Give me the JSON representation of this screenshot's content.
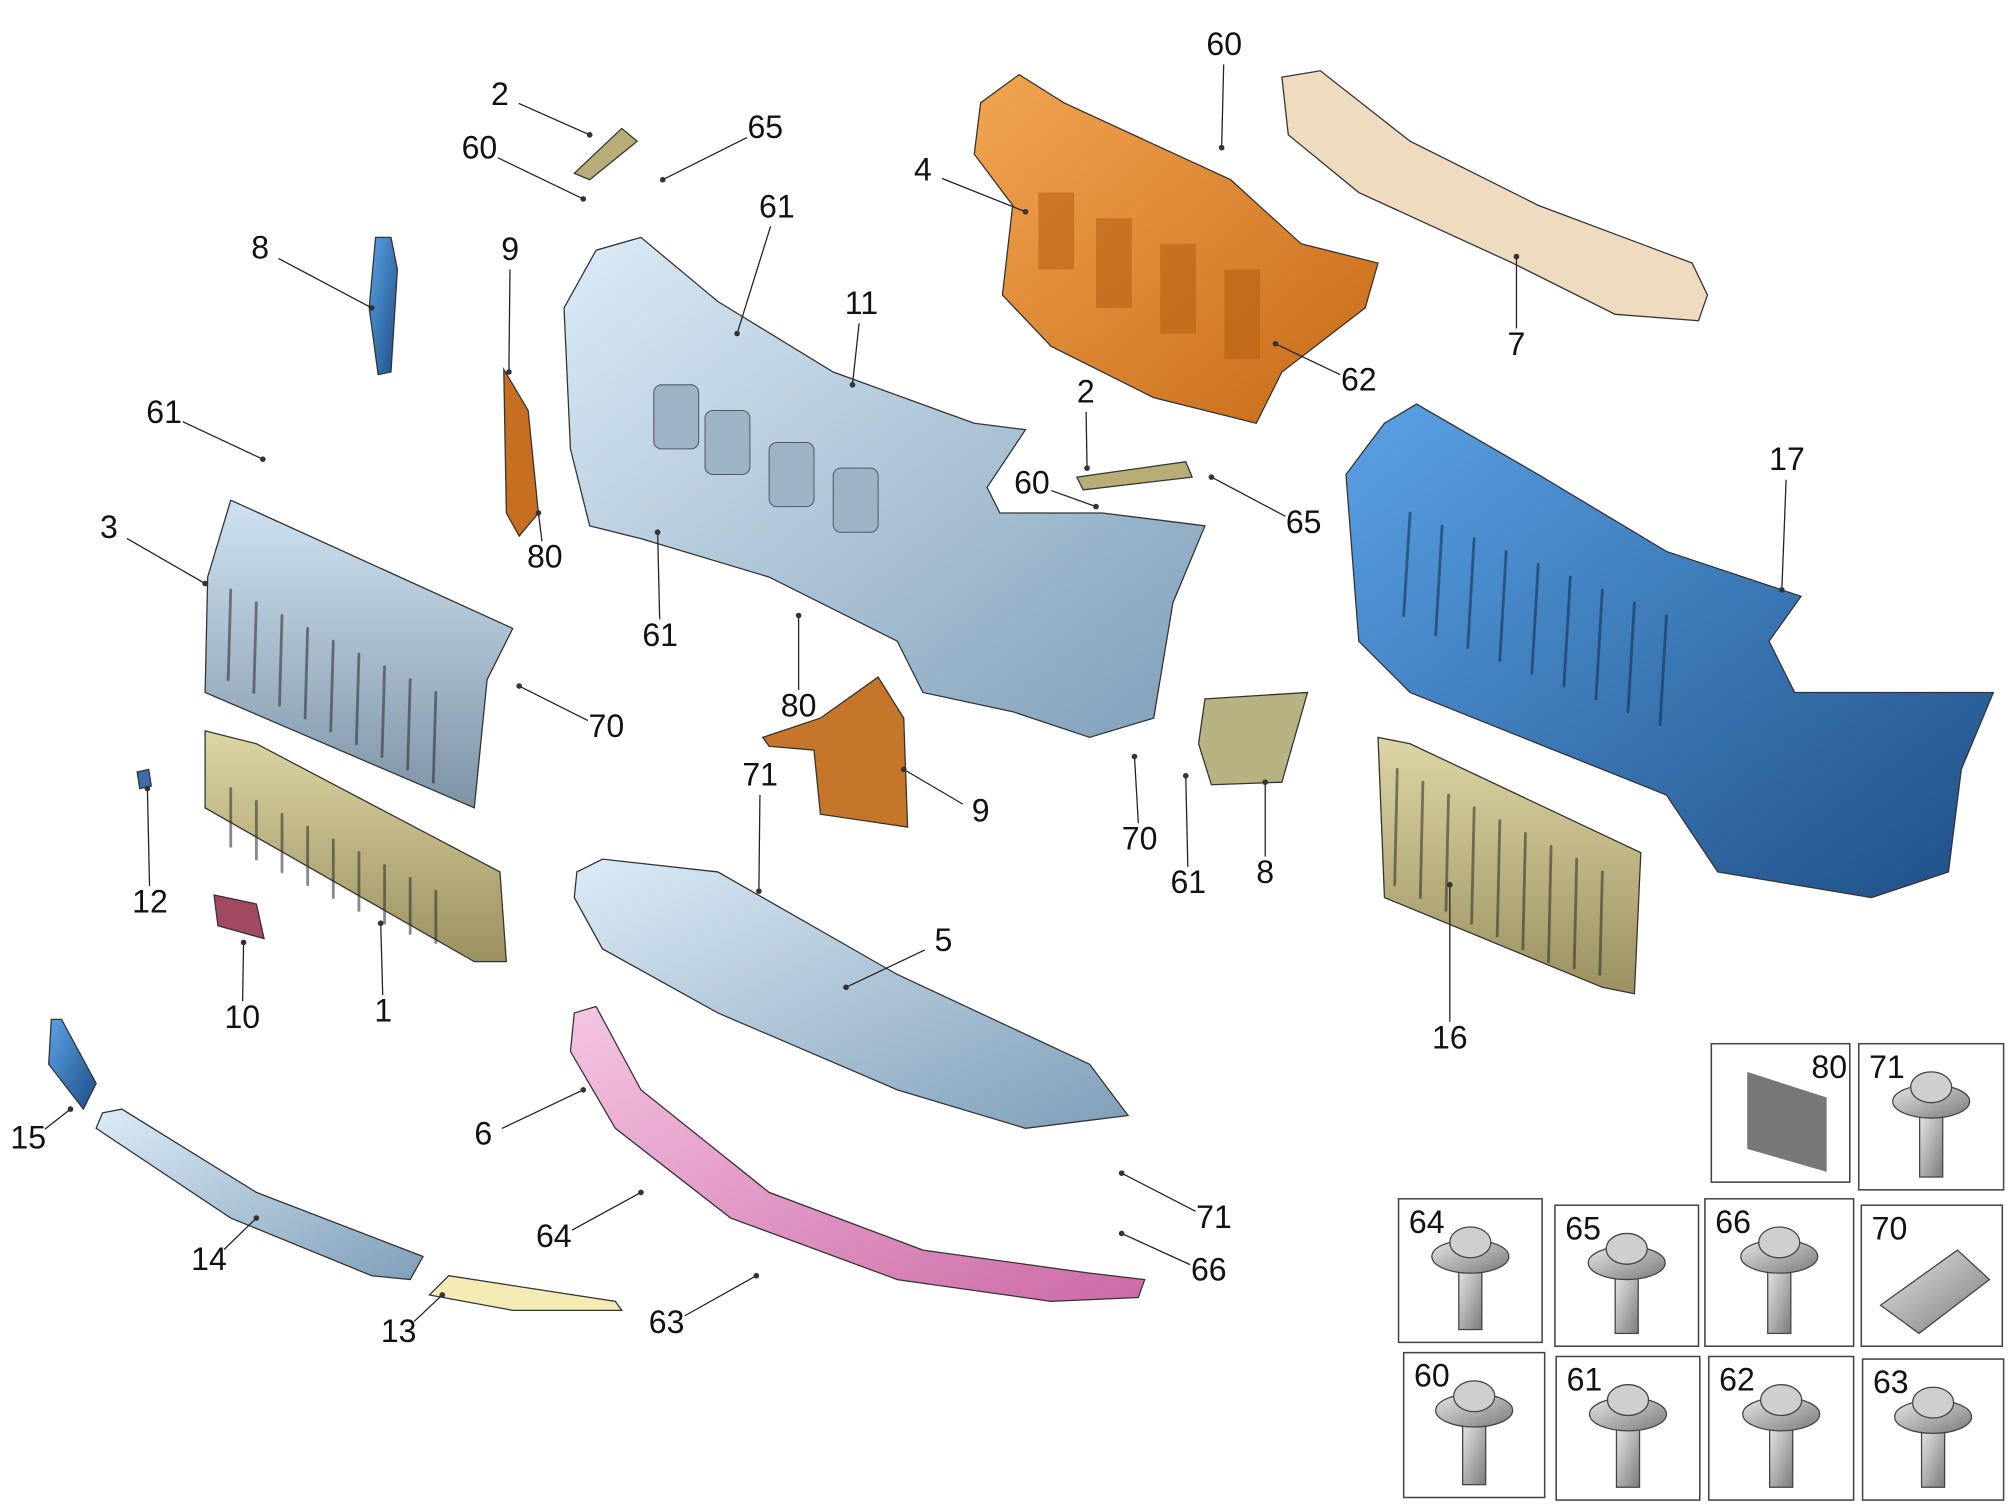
{
  "callouts": [
    "2",
    "60",
    "65",
    "8",
    "9",
    "61",
    "11",
    "4",
    "60",
    "7",
    "62",
    "2",
    "60",
    "65",
    "61",
    "3",
    "80",
    "61",
    "17",
    "70",
    "80",
    "9",
    "71",
    "70",
    "61",
    "8",
    "12",
    "10",
    "1",
    "5",
    "16",
    "15",
    "6",
    "14",
    "64",
    "71",
    "66",
    "13",
    "63"
  ],
  "insets": [
    "80",
    "71",
    "64",
    "65",
    "66",
    "70",
    "60",
    "61",
    "62",
    "63"
  ],
  "colors": {
    "bumper_cover_light": "#b9d3e6",
    "bumper_cover_dark": "#2f6aa8",
    "carrier_orange": "#e08a2c",
    "absorber_beige": "#efdcc0",
    "grille_olive": "#c9c08a",
    "spoiler_pink": "#e59ac8",
    "bracket_blue": "#3d7fcf",
    "trim_yellow": "#f3eab4",
    "cap_maroon": "#a24a62",
    "fastener_gray": "#9a9a9a"
  }
}
